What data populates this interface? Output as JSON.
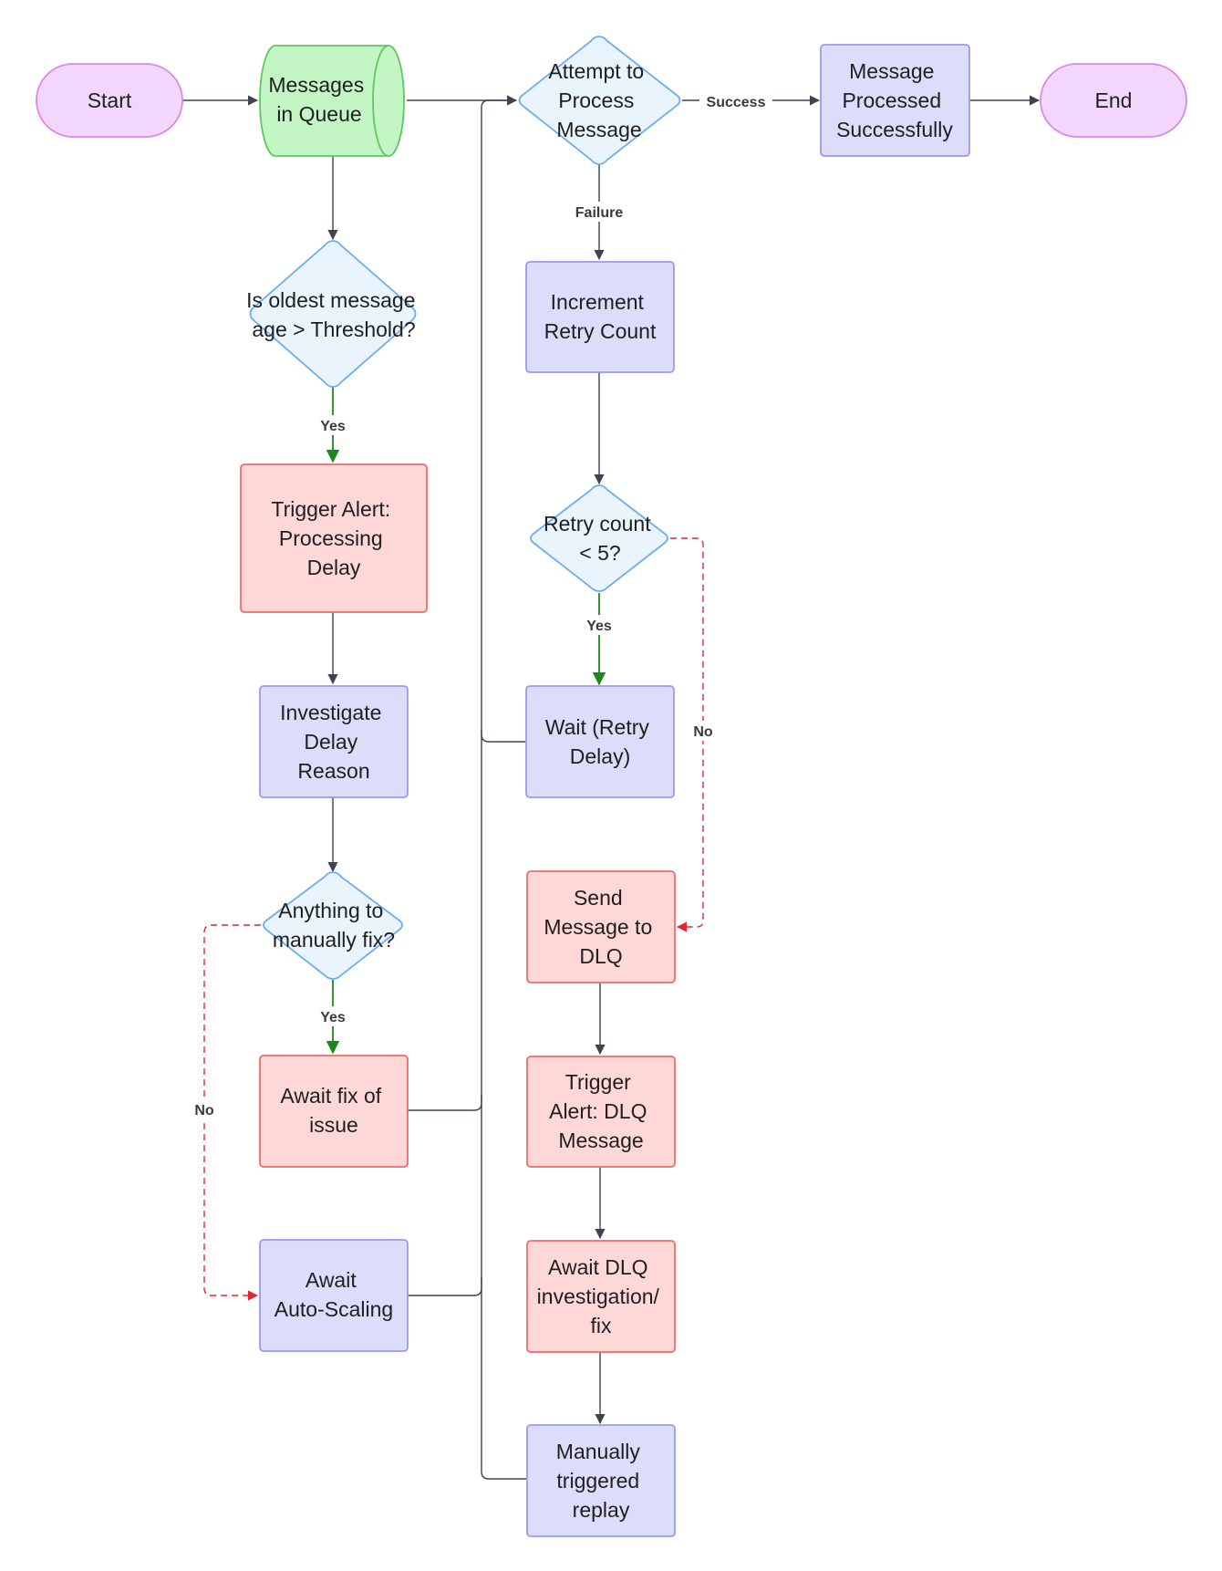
{
  "colors": {
    "terminal_fill": "#f3d6fb",
    "terminal_stroke": "#d68ae8",
    "queue_fill": "#c4f5c4",
    "queue_stroke": "#5ec95e",
    "decision_fill": "#eaf4fd",
    "decision_stroke": "#6aaef0",
    "process_fill": "#dcdcfb",
    "process_stroke": "#9d97ef",
    "alert_fill": "#fed7d7",
    "alert_stroke": "#ed6b6b",
    "edge": "#3f4350",
    "edge_yes": "#1b8a1b",
    "edge_no": "#e0262e"
  },
  "nodes": {
    "start": {
      "lines": [
        "Start"
      ]
    },
    "queue": {
      "lines": [
        "Messages",
        "in Queue"
      ]
    },
    "attempt": {
      "lines": [
        "Attempt to",
        "Process",
        "Message"
      ]
    },
    "processed": {
      "lines": [
        "Message",
        "Processed",
        "Successfully"
      ]
    },
    "end": {
      "lines": [
        "End"
      ]
    },
    "age_check": {
      "lines": [
        "Is oldest message",
        "age > Threshold?"
      ]
    },
    "alert_delay": {
      "lines": [
        "Trigger Alert:",
        "Processing",
        "Delay"
      ]
    },
    "investigate": {
      "lines": [
        "Investigate",
        "Delay",
        "Reason"
      ]
    },
    "manual_check": {
      "lines": [
        "Anything to",
        "manually fix?"
      ]
    },
    "await_fix": {
      "lines": [
        "Await fix of",
        "issue"
      ]
    },
    "await_scaling": {
      "lines": [
        "Await",
        "Auto-Scaling"
      ]
    },
    "increment": {
      "lines": [
        "Increment",
        "Retry Count"
      ]
    },
    "retry_check": {
      "lines": [
        "Retry count",
        "< 5?"
      ]
    },
    "wait_retry": {
      "lines": [
        "Wait (Retry",
        "Delay)"
      ]
    },
    "send_dlq": {
      "lines": [
        "Send",
        "Message to",
        "DLQ"
      ]
    },
    "alert_dlq": {
      "lines": [
        "Trigger",
        "Alert: DLQ",
        "Message"
      ]
    },
    "await_dlq": {
      "lines": [
        "Await DLQ",
        "investigation/",
        "fix"
      ]
    },
    "replay": {
      "lines": [
        "Manually",
        "triggered",
        "replay"
      ]
    }
  },
  "edge_labels": {
    "success": "Success",
    "failure": "Failure",
    "yes_age": "Yes",
    "yes_manual": "Yes",
    "no_manual": "No",
    "yes_retry": "Yes",
    "no_retry": "No"
  }
}
